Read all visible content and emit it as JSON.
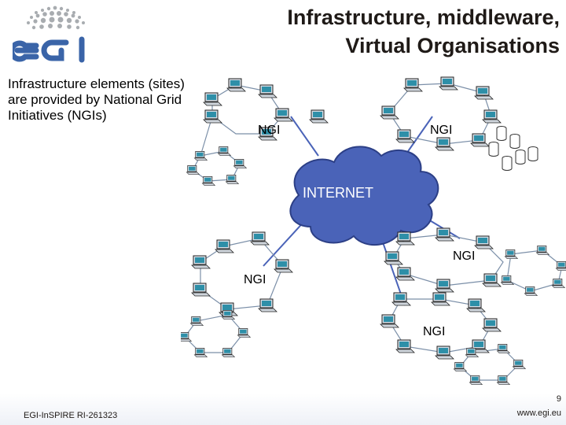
{
  "header": {
    "title_line1": "Infrastructure, middleware,",
    "title_line2": "Virtual Organisations",
    "logo_text": "egi"
  },
  "body": {
    "description": "Infrastructure elements (sites) are provided by National Grid Initiatives (NGIs)"
  },
  "diagram": {
    "center_label": "INTERNET",
    "node_labels": [
      "NGI",
      "NGI",
      "NGI",
      "NGI",
      "NGI"
    ]
  },
  "footer": {
    "project": "EGI-InSPIRE RI-261323",
    "page_number": "9",
    "website": "www.egi.eu"
  },
  "colors": {
    "logo_blue": "#3a64a8",
    "cloud_blue": "#4a63b8",
    "title_text": "#1f1a17"
  }
}
